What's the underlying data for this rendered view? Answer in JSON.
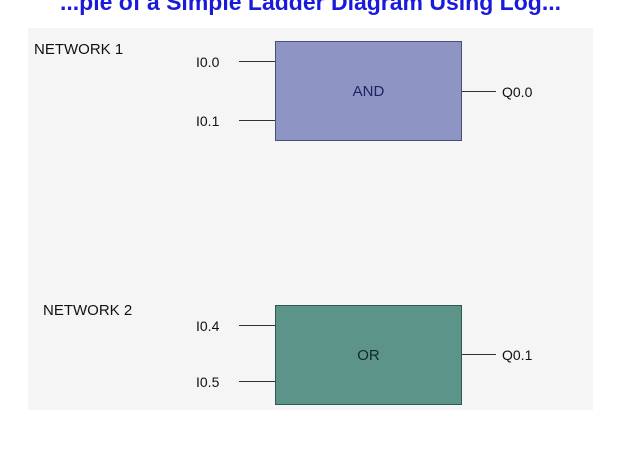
{
  "header": {
    "title": "...ple of a Simple Ladder Diagram Using Log..."
  },
  "colors": {
    "header_text": "#1a1adb",
    "panel_background": "#f5f5f5",
    "and_block_fill": "#8e95c4",
    "or_block_fill": "#5d9489"
  },
  "networks": [
    {
      "label": "NETWORK 1",
      "block": "AND",
      "inputs": [
        "I0.0",
        "I0.1"
      ],
      "output": "Q0.0"
    },
    {
      "label": "NETWORK 2",
      "block": "OR",
      "inputs": [
        "I0.4",
        "I0.5"
      ],
      "output": "Q0.1"
    }
  ]
}
